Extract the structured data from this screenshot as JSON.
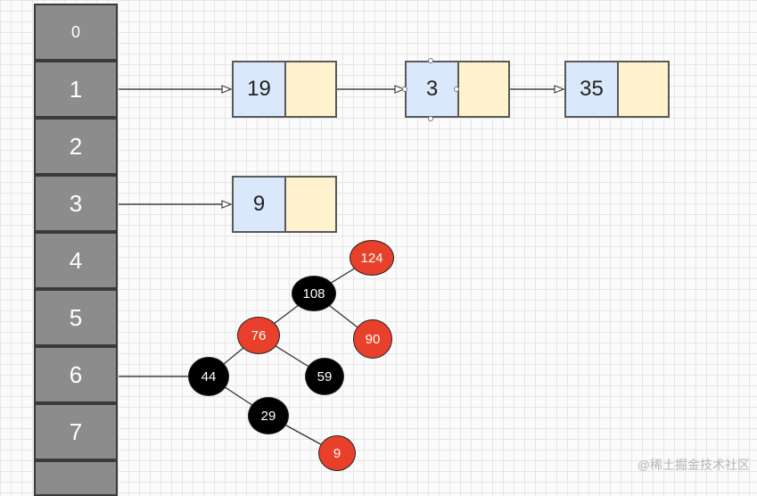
{
  "array": {
    "slots": [
      "0",
      "1",
      "2",
      "3",
      "4",
      "5",
      "6",
      "7"
    ]
  },
  "bucket1_chain": [
    "19",
    "3",
    "35"
  ],
  "bucket3_chain": [
    "9"
  ],
  "tree": {
    "root": "108",
    "nodes": [
      {
        "value": "124",
        "color": "red"
      },
      {
        "value": "108",
        "color": "black"
      },
      {
        "value": "76",
        "color": "red"
      },
      {
        "value": "90",
        "color": "red"
      },
      {
        "value": "44",
        "color": "black"
      },
      {
        "value": "59",
        "color": "black"
      },
      {
        "value": "29",
        "color": "black"
      },
      {
        "value": "9",
        "color": "red"
      }
    ],
    "colors": {
      "red": "#e8402a",
      "black": "#000000"
    }
  },
  "watermark": "@稀土掘金技术社区"
}
